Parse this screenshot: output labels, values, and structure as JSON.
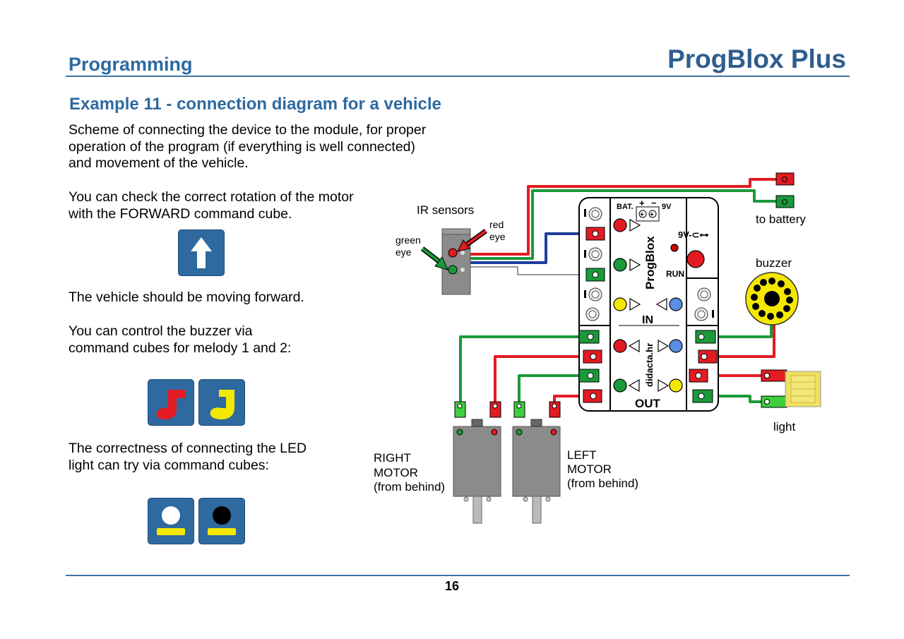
{
  "header": {
    "section": "Programming",
    "product": "ProgBlox Plus"
  },
  "example_title": "Example 11 - connection diagram for a vehicle",
  "paragraphs": {
    "scheme": "Scheme of connecting the device to the module, for proper\noperation of the program (if everything is well connected)\nand movement of the vehicle.",
    "rotation": "You can check the correct rotation of the motor\nwith the FORWARD command cube.",
    "forward": "The vehicle should be moving forward.",
    "buzzer": "You can control the buzzer via\ncommand cubes for melody 1 and 2:",
    "led": "The correctness of connecting the LED\nlight can try via command cubes:"
  },
  "cubes": {
    "forward": "up-arrow-icon",
    "melody1": "red-music-note-icon",
    "melody2": "yellow-music-note-icon",
    "light_on": "white-light-icon",
    "light_off": "black-light-icon"
  },
  "diagram": {
    "ir_sensors": "IR sensors",
    "red_eye_1": "red",
    "red_eye_2": "eye",
    "green_eye_1": "green",
    "green_eye_2": "eye",
    "to_battery": "to battery",
    "buzzer": "buzzer",
    "light": "light",
    "right_motor": [
      "RIGHT",
      "MOTOR",
      "(from behind)"
    ],
    "left_motor": [
      "LEFT",
      "MOTOR",
      "(from behind)"
    ],
    "module": {
      "bat": "BAT.",
      "plus": "+",
      "minus": "−",
      "volt": "9V",
      "volt_sym": "9V-⊂⊶",
      "run": "RUN",
      "brand": "ProgBlox",
      "in": "IN",
      "out": "OUT",
      "site": "didacta.hr"
    }
  },
  "colors": {
    "heading": "#2e6aa0",
    "cube": "#2e6aa0",
    "wire_red": "#e31b23",
    "wire_green": "#1a9a3a",
    "wire_blue": "#1f3e9e",
    "yellow": "#f5e800"
  },
  "page_number": "16"
}
